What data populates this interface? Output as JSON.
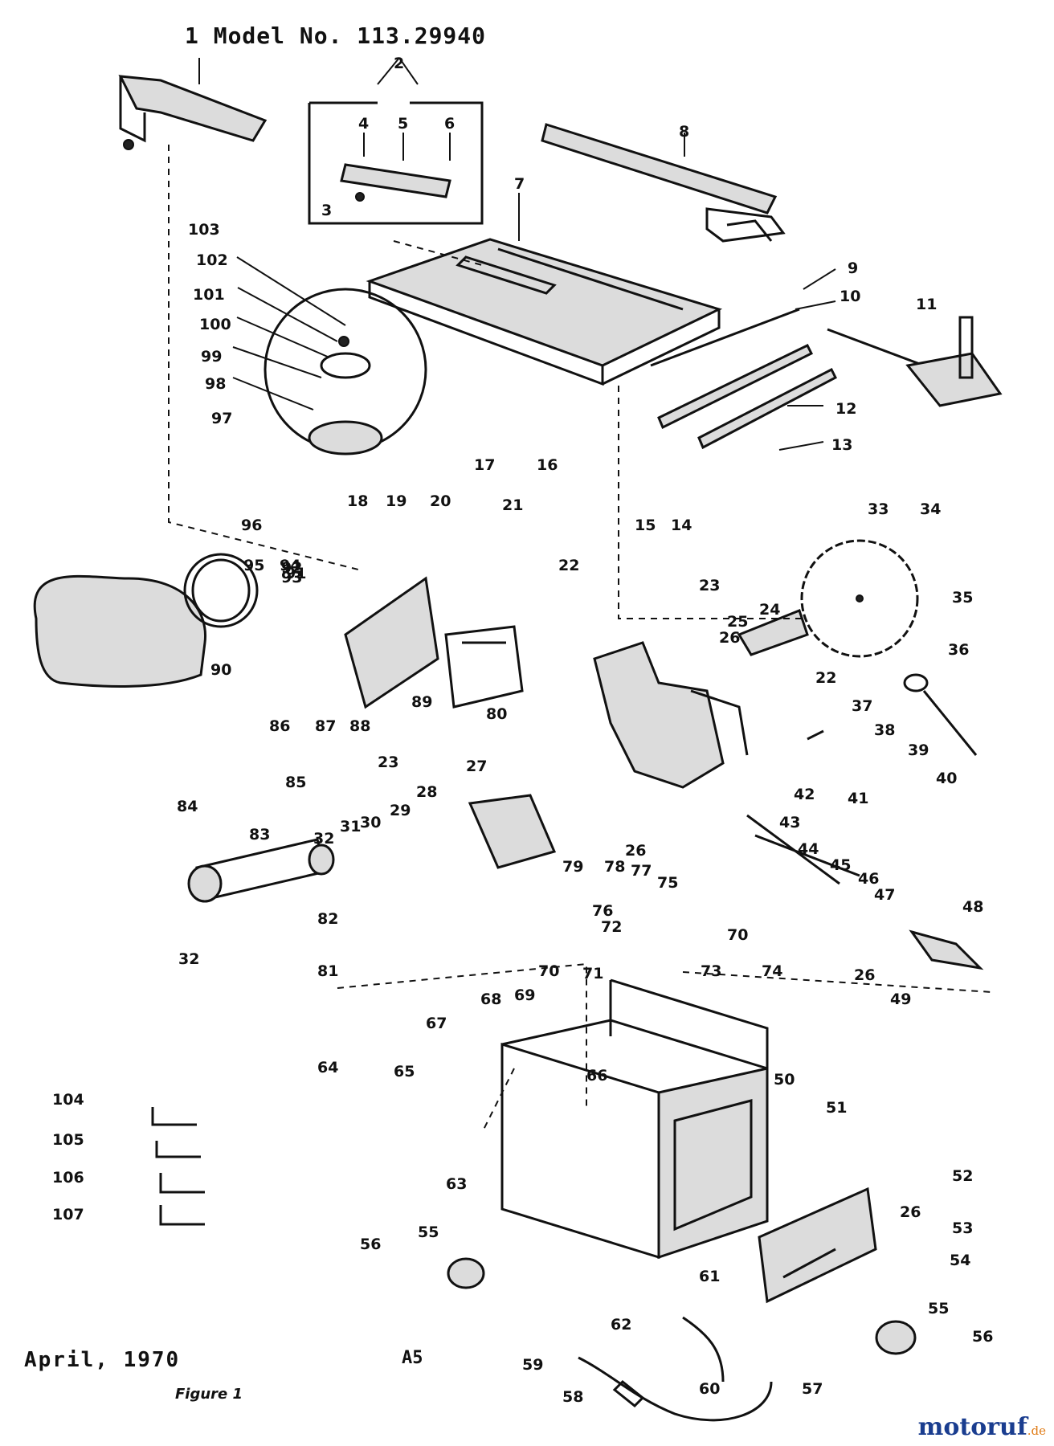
{
  "header": {
    "model_line": "1 Model No. 113.29940"
  },
  "footer": {
    "date": "April, 1970",
    "code": "A5",
    "figure": "Figure 1"
  },
  "watermark": {
    "brand": "motoruf",
    "tld": ".de",
    "color_brand": "#1a3d8f",
    "color_tld": "#e07b15"
  },
  "part_numbers": [
    "2",
    "3",
    "4",
    "5",
    "6",
    "7",
    "8",
    "9",
    "10",
    "11",
    "12",
    "13",
    "14",
    "15",
    "16",
    "17",
    "18",
    "19",
    "20",
    "21",
    "22",
    "22",
    "23",
    "23",
    "24",
    "25",
    "26",
    "26",
    "26",
    "26",
    "27",
    "28",
    "29",
    "30",
    "31",
    "32",
    "32",
    "33",
    "34",
    "35",
    "36",
    "37",
    "38",
    "39",
    "40",
    "41",
    "42",
    "43",
    "44",
    "45",
    "46",
    "47",
    "48",
    "49",
    "50",
    "51",
    "52",
    "53",
    "54",
    "55",
    "55",
    "56",
    "56",
    "57",
    "58",
    "59",
    "60",
    "61",
    "62",
    "63",
    "64",
    "65",
    "66",
    "67",
    "68",
    "69",
    "70",
    "70",
    "71",
    "72",
    "73",
    "74",
    "75",
    "76",
    "77",
    "78",
    "79",
    "80",
    "81",
    "82",
    "83",
    "84",
    "85",
    "86",
    "87",
    "88",
    "89",
    "90",
    "91",
    "92",
    "93",
    "94",
    "95",
    "96",
    "97",
    "98",
    "99",
    "100",
    "101",
    "102",
    "103",
    "104",
    "105",
    "106",
    "107"
  ]
}
